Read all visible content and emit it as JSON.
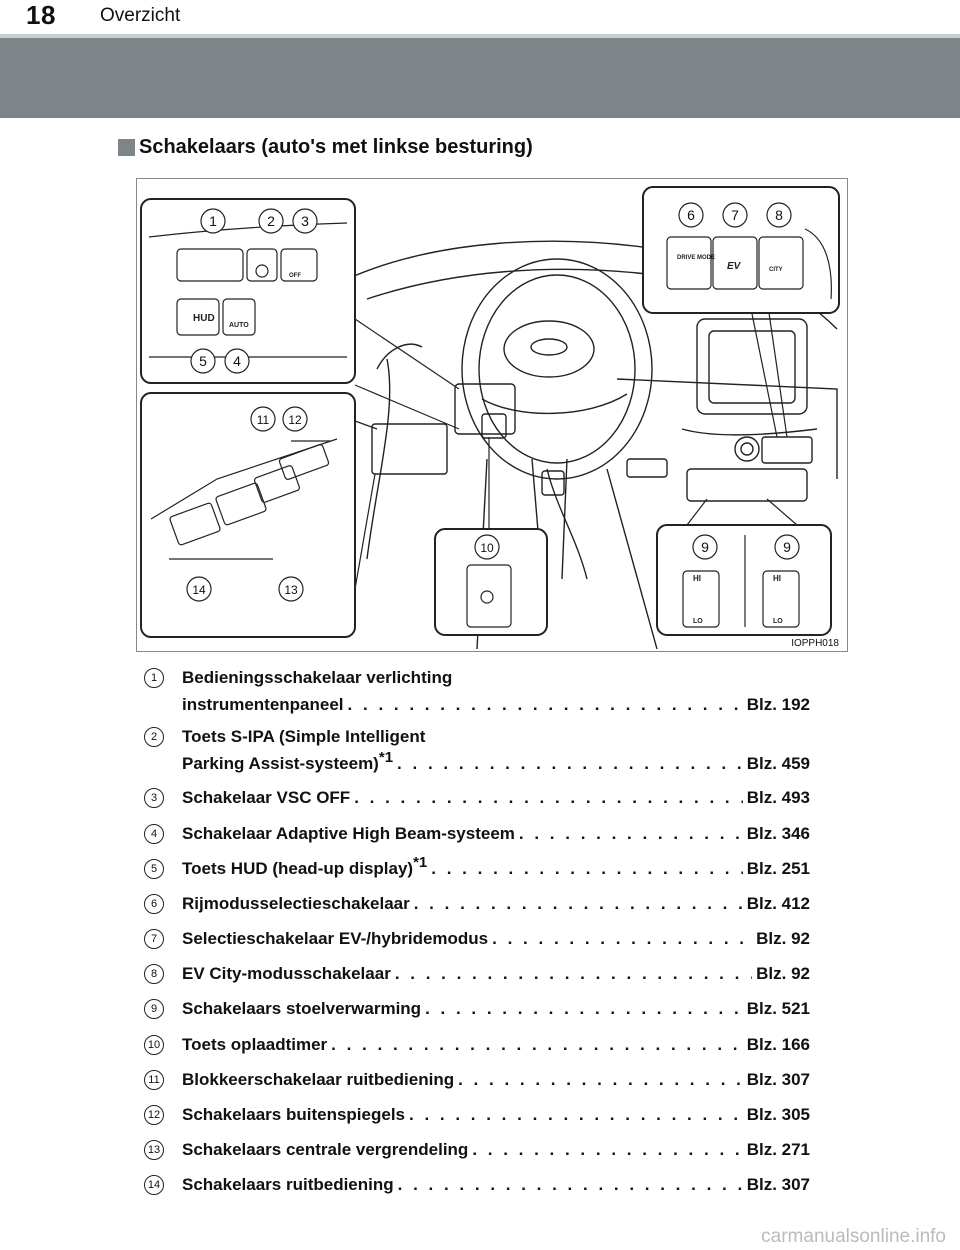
{
  "header": {
    "page_number": "18",
    "chapter_title": "Overzicht"
  },
  "section": {
    "title": "Schakelaars (auto's met linkse besturing)"
  },
  "figure": {
    "code": "IOPPH018",
    "callouts": [
      "1",
      "2",
      "3",
      "4",
      "5",
      "6",
      "7",
      "8",
      "9",
      "9",
      "10",
      "11",
      "12",
      "13",
      "14"
    ],
    "labels": {
      "hud": "HUD",
      "auto": "AUTO",
      "off": "OFF",
      "drive_mode": "DRIVE MODE",
      "ev": "EV",
      "city": "CITY",
      "hi": "HI",
      "lo": "LO"
    }
  },
  "items": [
    {
      "num": "1",
      "line1": "Bedieningsschakelaar verlichting",
      "label": "instrumentenpaneel",
      "sup": "",
      "page": "Blz. 192"
    },
    {
      "num": "2",
      "line1": "Toets S-IPA (Simple Intelligent",
      "label": "Parking Assist-systeem)",
      "sup": "*1",
      "page": "Blz. 459"
    },
    {
      "num": "3",
      "line1": "",
      "label": "Schakelaar VSC OFF",
      "sup": "",
      "page": "Blz. 493"
    },
    {
      "num": "4",
      "line1": "",
      "label": "Schakelaar Adaptive High Beam-systeem",
      "sup": "",
      "page": "Blz. 346"
    },
    {
      "num": "5",
      "line1": "",
      "label": "Toets HUD (head-up display)",
      "sup": "*1",
      "page": "Blz. 251"
    },
    {
      "num": "6",
      "line1": "",
      "label": "Rijmodusselectieschakelaar",
      "sup": "",
      "page": "Blz. 412"
    },
    {
      "num": "7",
      "line1": "",
      "label": "Selectieschakelaar EV-/hybridemodus",
      "sup": "",
      "page": "Blz. 92"
    },
    {
      "num": "8",
      "line1": "",
      "label": "EV City-modusschakelaar",
      "sup": "",
      "page": "Blz. 92"
    },
    {
      "num": "9",
      "line1": "",
      "label": "Schakelaars stoelverwarming",
      "sup": "",
      "page": "Blz. 521"
    },
    {
      "num": "10",
      "line1": "",
      "label": "Toets oplaadtimer",
      "sup": "",
      "page": "Blz. 166"
    },
    {
      "num": "11",
      "line1": "",
      "label": "Blokkeerschakelaar ruitbediening",
      "sup": "",
      "page": "Blz. 307"
    },
    {
      "num": "12",
      "line1": "",
      "label": "Schakelaars buitenspiegels",
      "sup": "",
      "page": "Blz. 305"
    },
    {
      "num": "13",
      "line1": "",
      "label": "Schakelaars centrale vergrendeling",
      "sup": "",
      "page": "Blz. 271"
    },
    {
      "num": "14",
      "line1": "",
      "label": "Schakelaars ruitbediening",
      "sup": "",
      "page": "Blz. 307"
    }
  ],
  "watermark": "carmanualsonline.info"
}
